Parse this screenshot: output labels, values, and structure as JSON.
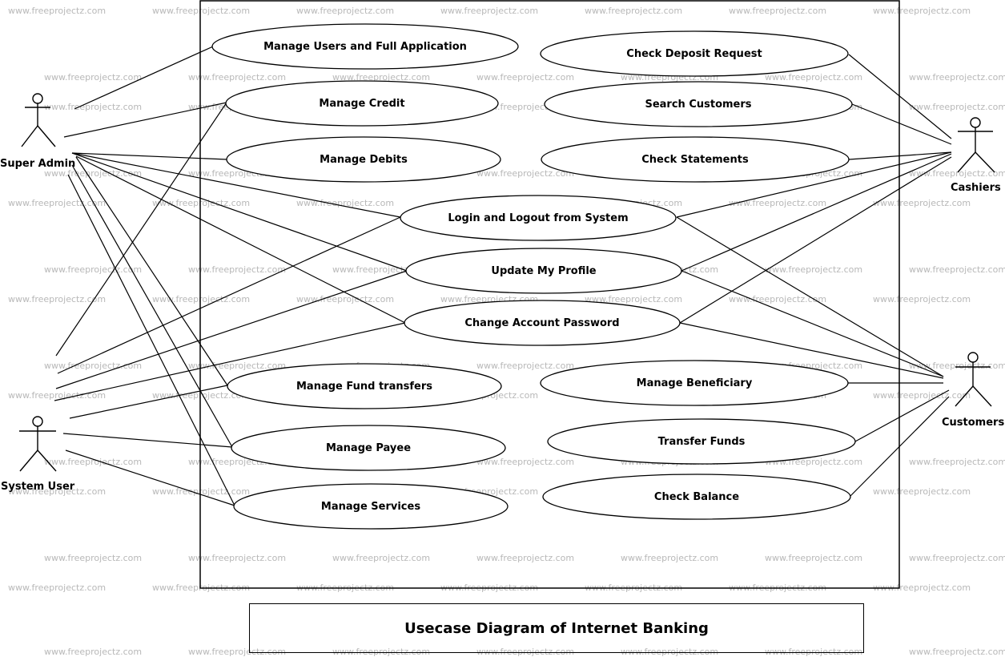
{
  "watermark_text": "www.freeprojectz.com",
  "caption": "Usecase Diagram of Internet Banking",
  "actors": {
    "super_admin": "Super Admin",
    "system_user": "System User",
    "cashiers": "Cashiers",
    "customers": "Customers"
  },
  "use_cases": {
    "manage_users": "Manage Users and Full Application",
    "manage_credit": "Manage Credit",
    "manage_debits": "Manage Debits",
    "check_deposit": "Check Deposit Request",
    "search_customers": "Search Customers",
    "check_statements": "Check Statements",
    "login_logout": "Login and Logout from System",
    "update_profile": "Update My Profile",
    "change_password": "Change Account Password",
    "fund_transfers": "Manage Fund transfers",
    "manage_beneficiary": "Manage Beneficiary",
    "manage_payee": "Manage Payee",
    "transfer_funds": "Transfer Funds",
    "manage_services": "Manage Services",
    "check_balance": "Check Balance"
  }
}
